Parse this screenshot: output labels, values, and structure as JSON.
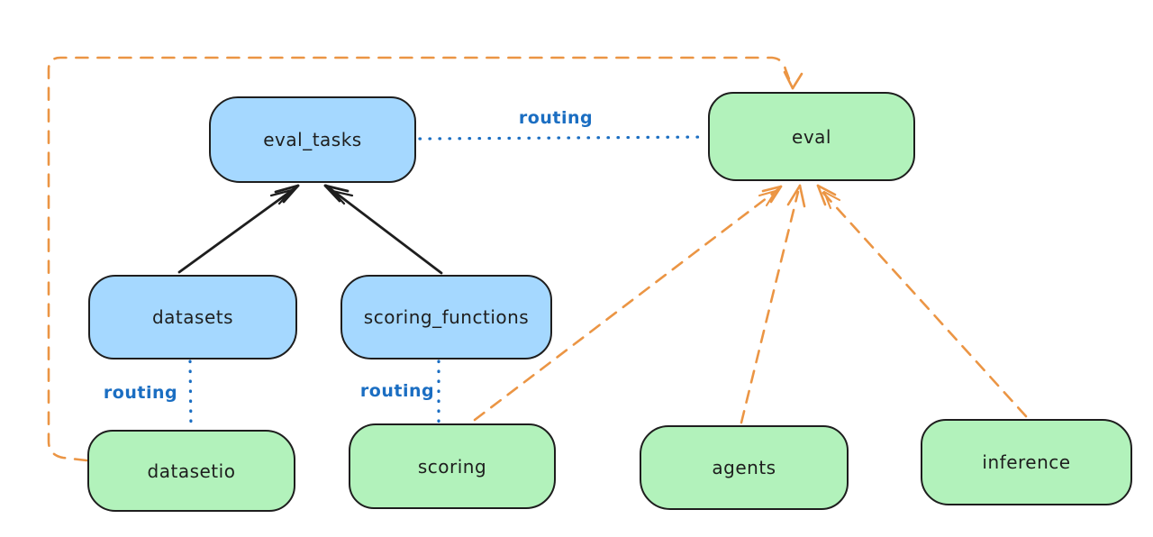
{
  "diagram": {
    "nodes": {
      "eval_tasks": {
        "label": "eval_tasks",
        "fill": "#a5d8ff"
      },
      "eval": {
        "label": "eval",
        "fill": "#b2f2bb"
      },
      "datasets": {
        "label": "datasets",
        "fill": "#a5d8ff"
      },
      "scoring_functions": {
        "label": "scoring_functions",
        "fill": "#a5d8ff"
      },
      "datasetio": {
        "label": "datasetio",
        "fill": "#b2f2bb"
      },
      "scoring": {
        "label": "scoring",
        "fill": "#b2f2bb"
      },
      "agents": {
        "label": "agents",
        "fill": "#b2f2bb"
      },
      "inference": {
        "label": "inference",
        "fill": "#b2f2bb"
      }
    },
    "edges": [
      {
        "from": "eval_tasks",
        "to": "eval",
        "label": "routing",
        "style": "dotted",
        "color": "#1b6ec2"
      },
      {
        "from": "datasets",
        "to": "datasetio",
        "label": "routing",
        "style": "dotted",
        "color": "#1b6ec2"
      },
      {
        "from": "scoring_functions",
        "to": "scoring",
        "label": "routing",
        "style": "dotted",
        "color": "#1b6ec2"
      },
      {
        "from": "datasets",
        "to": "eval_tasks",
        "style": "solid-arrow",
        "color": "#1e1e1e"
      },
      {
        "from": "scoring_functions",
        "to": "eval_tasks",
        "style": "solid-arrow",
        "color": "#1e1e1e"
      },
      {
        "from": "scoring",
        "to": "eval",
        "style": "dashed-arrow",
        "color": "#eb9544"
      },
      {
        "from": "agents",
        "to": "eval",
        "style": "dashed-arrow",
        "color": "#eb9544"
      },
      {
        "from": "inference",
        "to": "eval",
        "style": "dashed-arrow",
        "color": "#eb9544"
      },
      {
        "from": "datasetio",
        "to": "eval",
        "style": "dashed-arrow-elbow",
        "color": "#eb9544"
      }
    ],
    "colors": {
      "background": "#ffffff",
      "blue_fill": "#a5d8ff",
      "green_fill": "#b2f2bb",
      "stroke": "#1e1e1e",
      "routing_blue": "#1b6ec2",
      "orange": "#eb9544"
    }
  }
}
